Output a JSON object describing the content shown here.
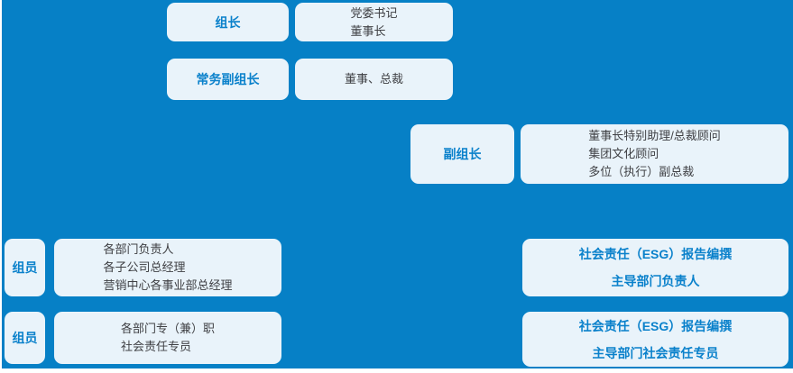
{
  "colors": {
    "background_blue": "#0680c6",
    "box_fill": "#e9f3fa",
    "label_blue": "#0a81cb",
    "body_text": "#3f4044",
    "frame_white": "#ffffff"
  },
  "nodes": {
    "leader": {
      "label": "组长",
      "members": [
        "党委书记",
        "董事长"
      ]
    },
    "executive_deputy_leader": {
      "label": "常务副组长",
      "members": [
        "董事、总裁"
      ]
    },
    "deputy_leader": {
      "label": "副组长",
      "members": [
        "董事长特别助理/总裁顾问",
        "集团文化顾问",
        "多位（执行）副总裁"
      ]
    },
    "members_group_1": {
      "label": "组员",
      "members": [
        "各部门负责人",
        "各子公司总经理",
        "营销中心各事业部总经理"
      ],
      "role": [
        "社会责任（ESG）报告编撰",
        "主导部门负责人"
      ]
    },
    "members_group_2": {
      "label": "组员",
      "members": [
        "各部门专（兼）职",
        "社会责任专员"
      ],
      "role": [
        "社会责任（ESG）报告编撰",
        "主导部门社会责任专员"
      ]
    }
  }
}
